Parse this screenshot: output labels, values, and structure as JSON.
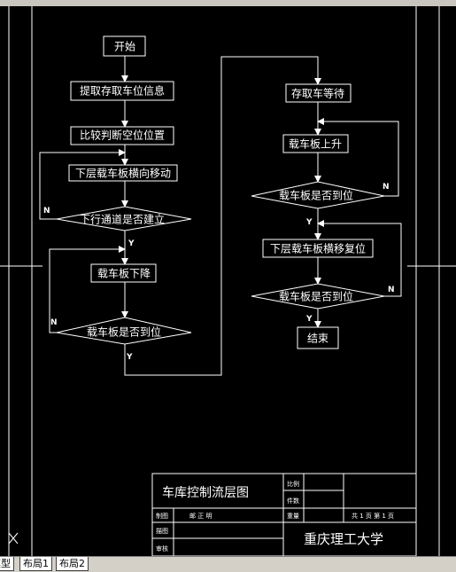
{
  "flowchart": {
    "start": "开始",
    "read_position": "提取存取车位信息",
    "compare_position": "比较判断空位位置",
    "lower_move": "下层载车板横向移动",
    "decision_channel": "下行通道是否建立",
    "plate_down": "载车板下降",
    "decision_pos1": "载车板是否到位",
    "wait": "存取车等待",
    "plate_up": "载车板上升",
    "decision_pos2": "载车板是否到位",
    "lower_reset": "下层载车板横移复位",
    "decision_pos3": "载车板是否到位",
    "end": "结束",
    "yes": "Y",
    "no": "N"
  },
  "title_block": {
    "title": "车库控制流层图",
    "scale_label": "比例",
    "count_label": "件数",
    "drawn_label": "制图",
    "drawer_name": "邮 正 明",
    "weight_label": "重量",
    "sheet_info": "共 1 页   第 1 页",
    "draft_label": "描图",
    "review_label": "审核",
    "school": "重庆理工大学"
  },
  "tabs": [
    "模型",
    "布局1",
    "布局2"
  ]
}
